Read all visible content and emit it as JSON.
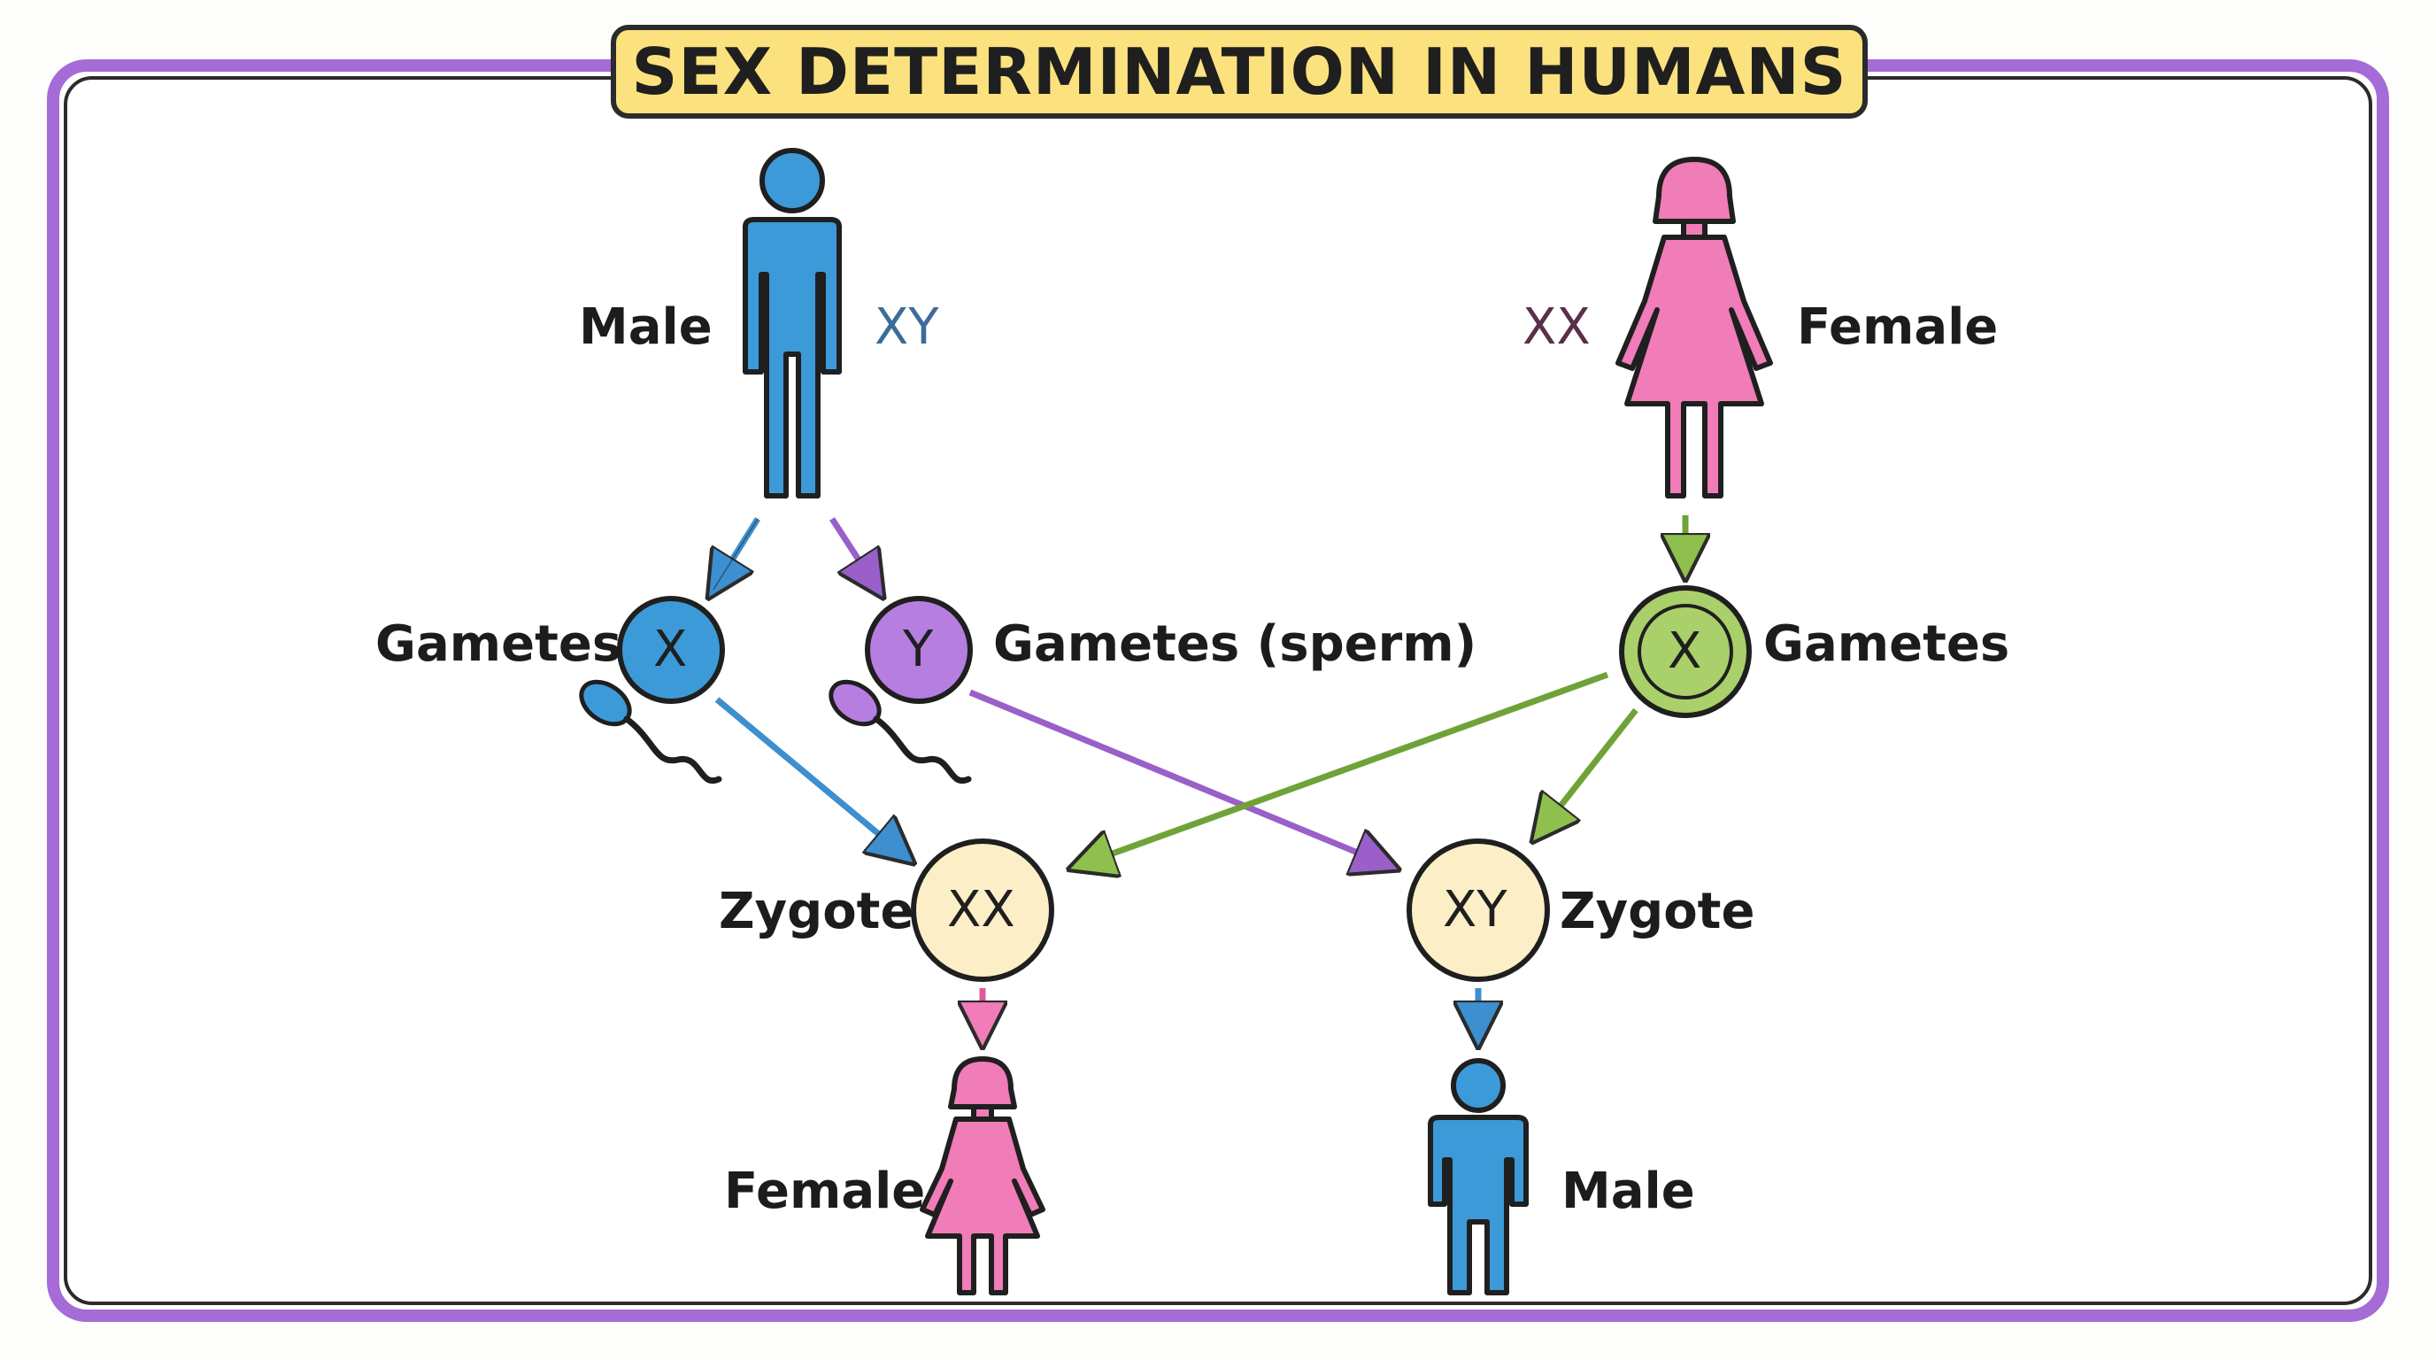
{
  "title": "SEX DETERMINATION IN HUMANS",
  "parents": {
    "male": {
      "label": "Male",
      "chromosomes": "XY"
    },
    "female": {
      "label": "Female",
      "chromosomes": "XX"
    }
  },
  "gametes": {
    "male_x": {
      "symbol": "X",
      "label": "Gametes"
    },
    "male_y": {
      "symbol": "Y",
      "label": "Gametes (sperm)"
    },
    "female_x": {
      "symbol": "X",
      "label": "Gametes"
    }
  },
  "zygotes": {
    "xx": {
      "symbol": "XX",
      "label": "Zygote"
    },
    "xy": {
      "symbol": "XY",
      "label": "Zygote"
    }
  },
  "offspring": {
    "female": {
      "label": "Female"
    },
    "male": {
      "label": "Male"
    }
  },
  "colors": {
    "frame": "#a56bd6",
    "title_fill": "#fbe27e",
    "male_blue": "#3d9ad8",
    "female_pink": "#f07cb8",
    "y_purple": "#b57ee0",
    "female_gamete_green": "#a9d06a",
    "zygote_cream": "#fcefc8",
    "arrow_blue": "#3d8fcf",
    "arrow_purple": "#9a5fc8",
    "arrow_green": "#6fa338",
    "arrow_pink": "#e0589e",
    "xy_text": "#3b6c9a",
    "xx_text": "#5a2f4a"
  }
}
